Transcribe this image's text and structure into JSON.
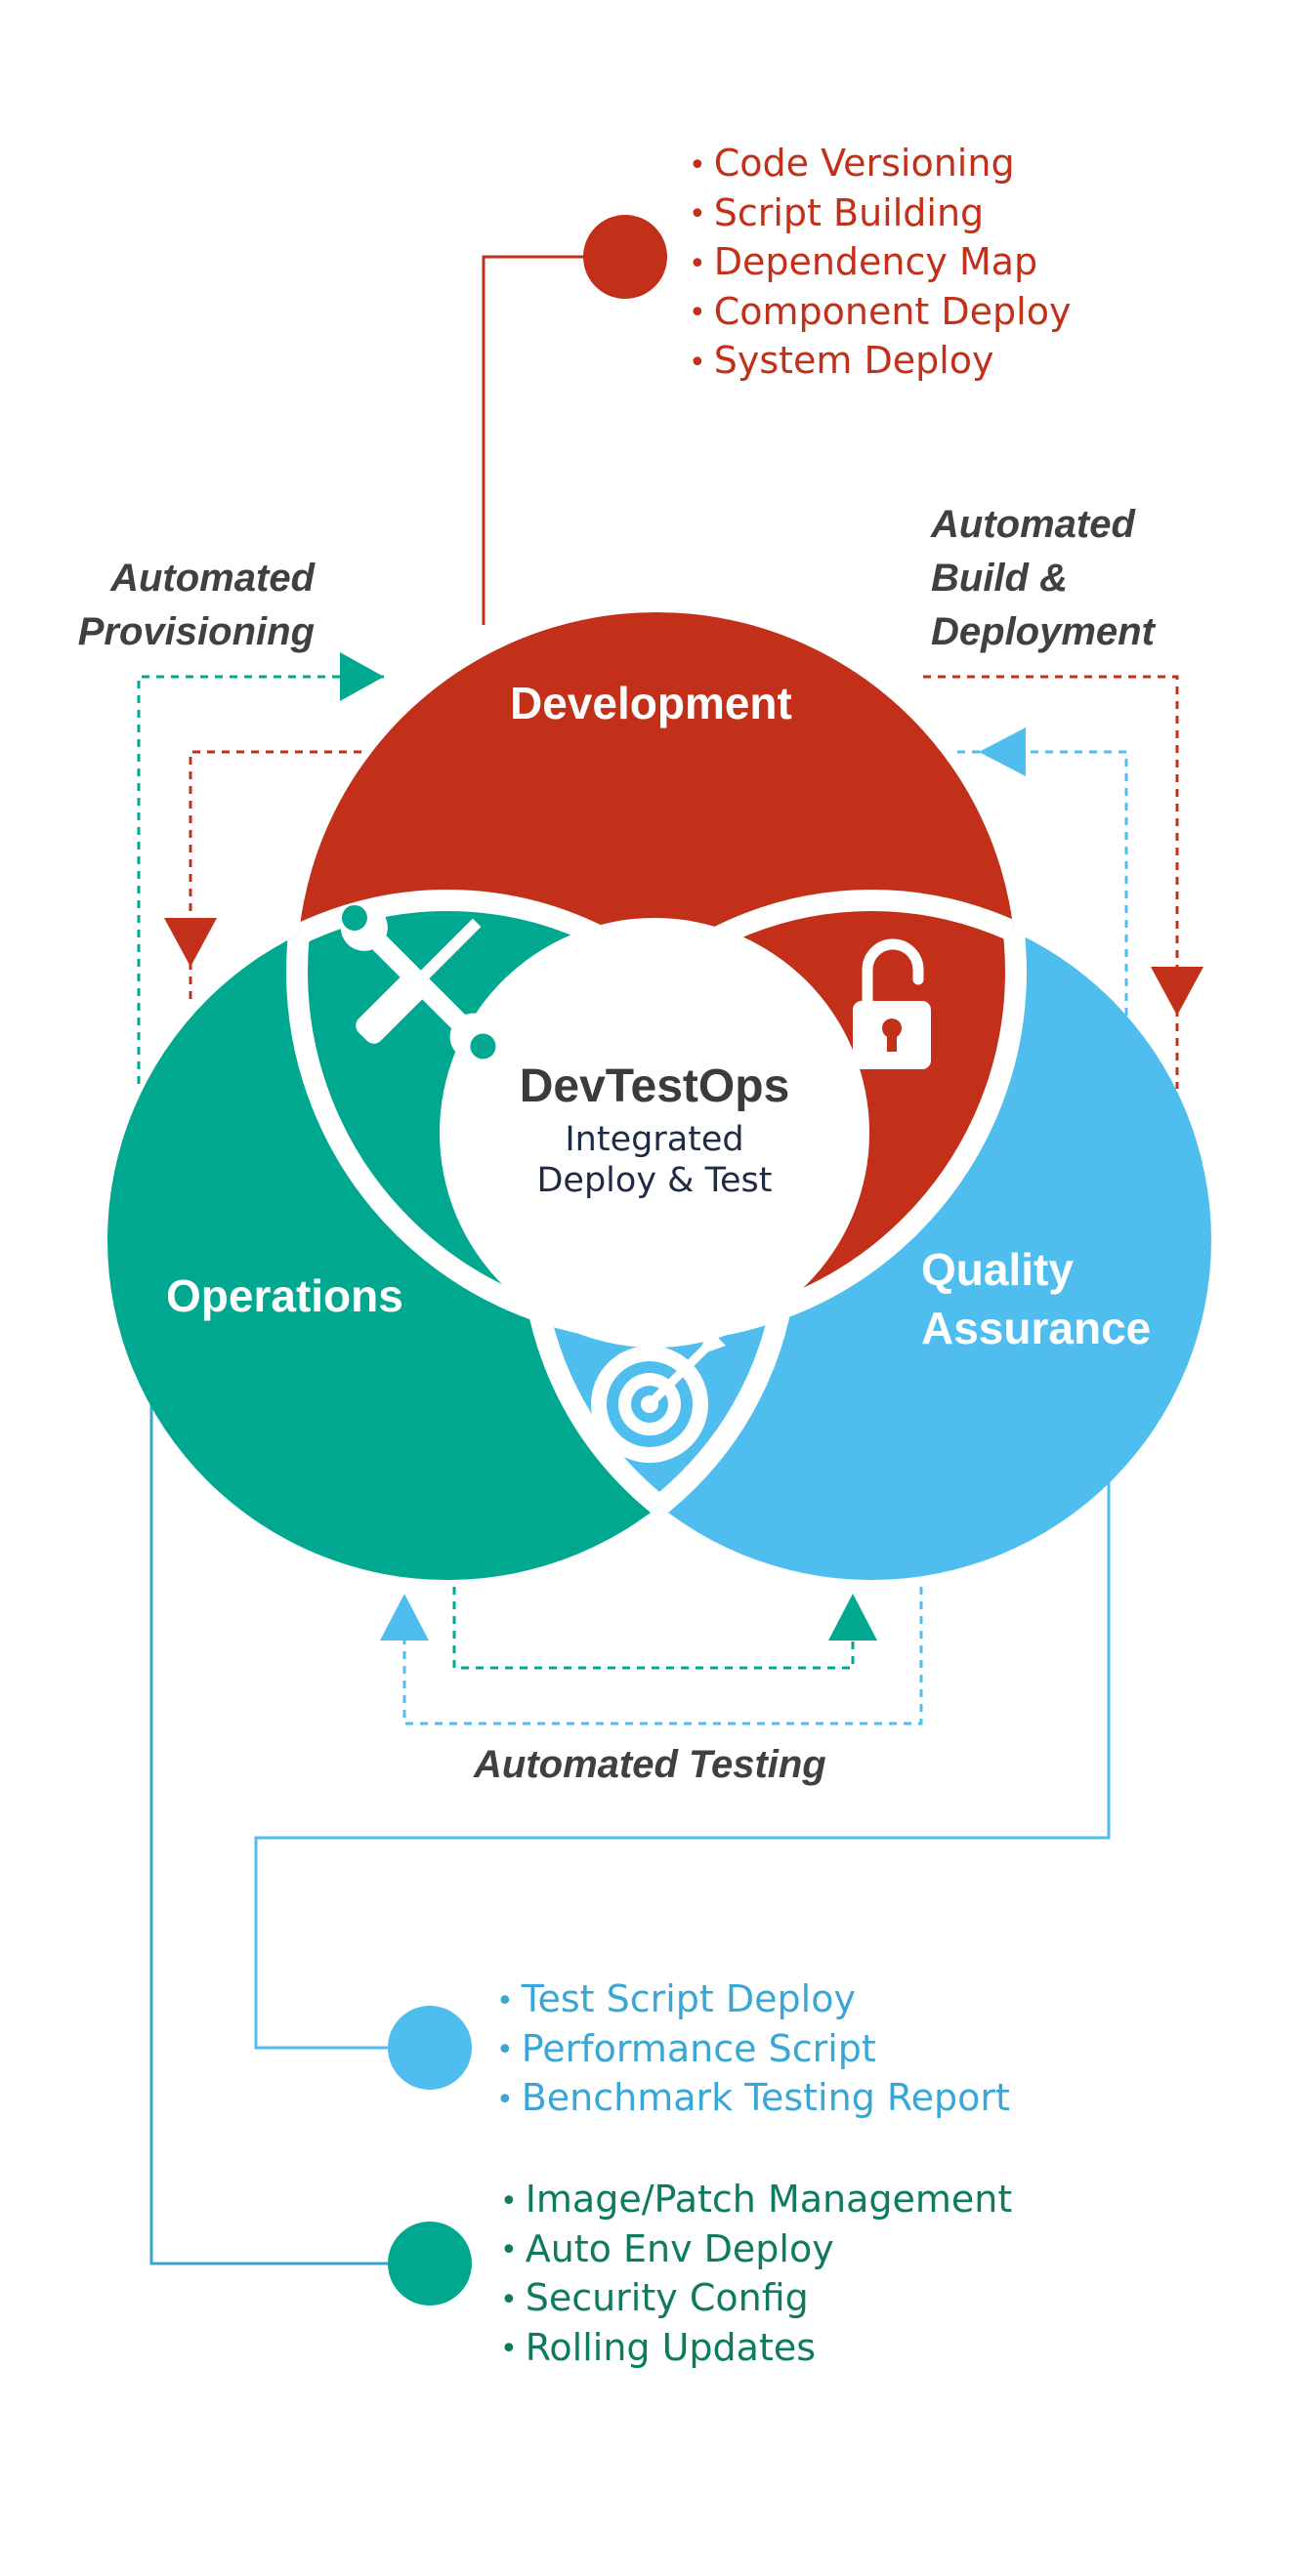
{
  "colors": {
    "development": "#c23019",
    "operations": "#00a890",
    "quality": "#4fbeef",
    "dark_text": "#404040",
    "qa_list_text": "#3aa6d6",
    "ops_list_text": "#0e7a5e",
    "ops_connector": "#3aa3c9"
  },
  "icons": [
    "tools-icon",
    "padlock-icon",
    "target-icon"
  ],
  "venn": {
    "development": "Development",
    "operations": "Operations",
    "quality_line1": "Quality",
    "quality_line2": "Assurance"
  },
  "center": {
    "title": "DevTestOps",
    "subtitle_line1": "Integrated",
    "subtitle_line2": "Deploy & Test"
  },
  "captions": {
    "provisioning": [
      "Automated",
      "Provisioning"
    ],
    "build": [
      "Automated",
      "Build &",
      "Deployment"
    ],
    "testing": "Automated Testing"
  },
  "lists": {
    "development": [
      "Code Versioning",
      "Script Building",
      "Dependency Map",
      "Component Deploy",
      "System Deploy"
    ],
    "quality": [
      "Test Script Deploy",
      "Performance Script",
      "Benchmark Testing Report"
    ],
    "operations": [
      "Image/Patch Management",
      "Auto Env Deploy",
      "Security Config",
      "Rolling Updates"
    ]
  }
}
